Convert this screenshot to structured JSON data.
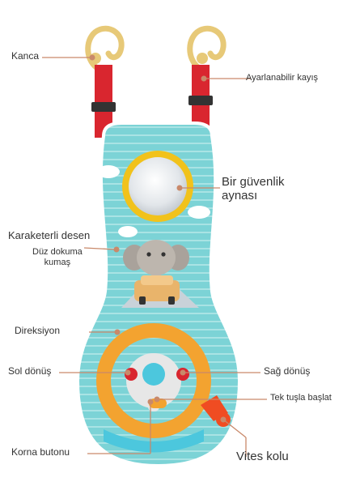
{
  "colors": {
    "leader": "#c9896a",
    "teal": "#7cd3d6",
    "strap": "#d9262f",
    "ring": "#e7c978",
    "mirror_frame": "#f1c21b",
    "wheel": "#f3a330",
    "shifter": "#f04c22"
  },
  "labels": {
    "kanca": "Kanca",
    "ayarlanabilir": "Ayarlanabilir kayış",
    "guvenlik": "Bir güvenlik\naynası",
    "karakterli": "Karaketerli desen",
    "duz_dokuma": "Düz dokuma\nkumaş",
    "direksiyon": "Direksiyon",
    "sol_donus": "Sol dönüş",
    "sag_donus": "Sağ dönüş",
    "tek_tusla": "Tek tuşla başlat",
    "korna": "Korna butonu",
    "vites": "Vites kolu"
  },
  "icons": {
    "hook": "hook-ring-icon",
    "elephant": "elephant-icon",
    "car": "car-icon"
  }
}
